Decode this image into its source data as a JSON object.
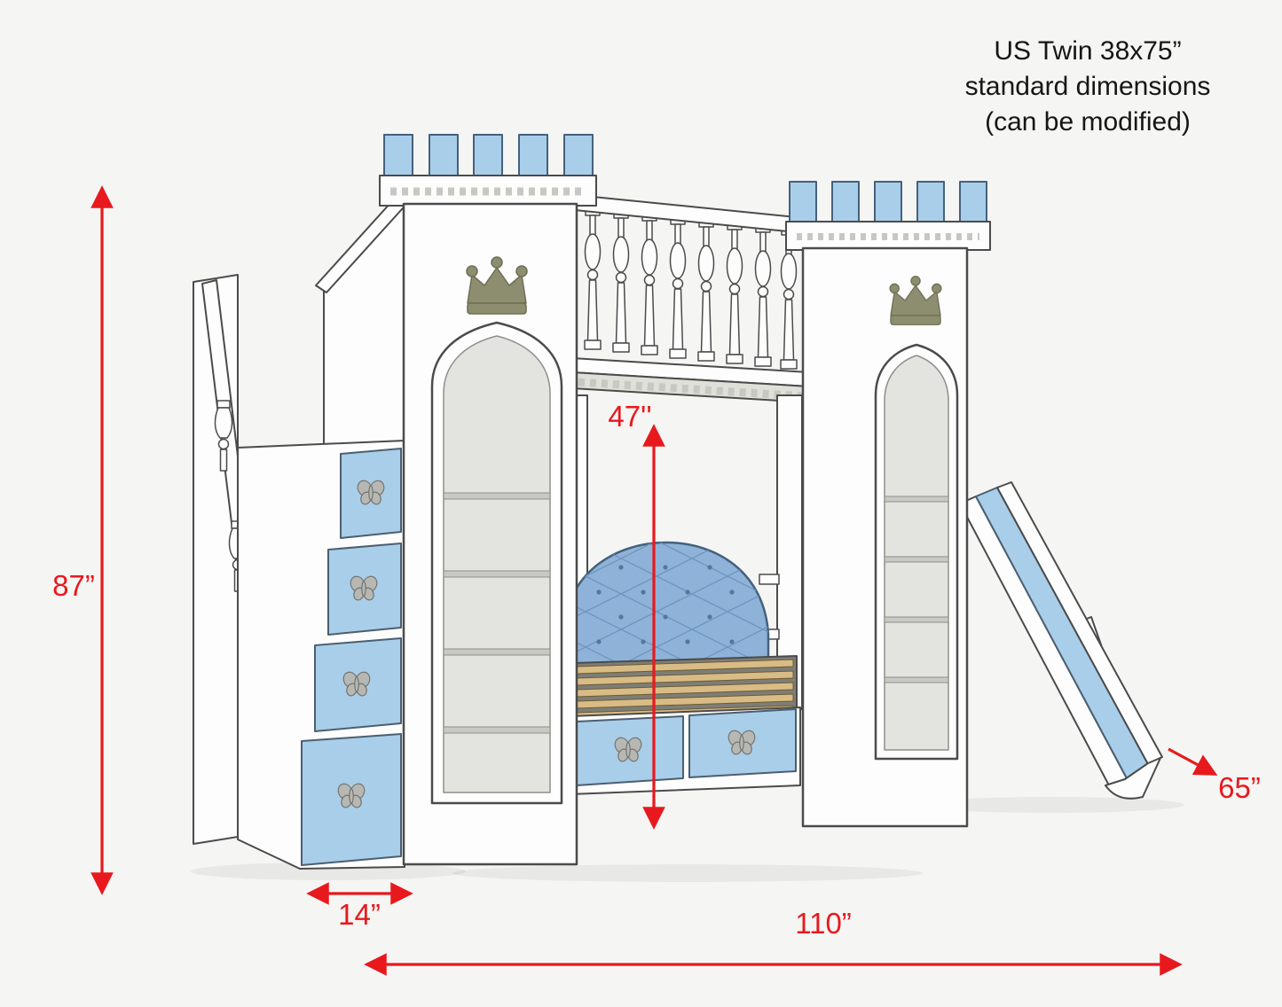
{
  "note": {
    "line1": "US Twin 38x75”",
    "line2": "standard dimensions",
    "line3": "(can be modified)"
  },
  "dimensions": {
    "height": "87”",
    "stair_depth": "14”",
    "length": "110”",
    "depth": "65”",
    "under_bunk_clearance": "47''"
  },
  "colors": {
    "accent_red": "#e8191d",
    "castle_blue": "#a9cee9",
    "window_gray": "#e3e3e0",
    "crown_olive": "#8d8d6f",
    "headboard_blue": "#8fb3d8",
    "slat_tan": "#d9bc85",
    "outline_gray": "#4b4b4b",
    "background": "#f5f5f4"
  }
}
